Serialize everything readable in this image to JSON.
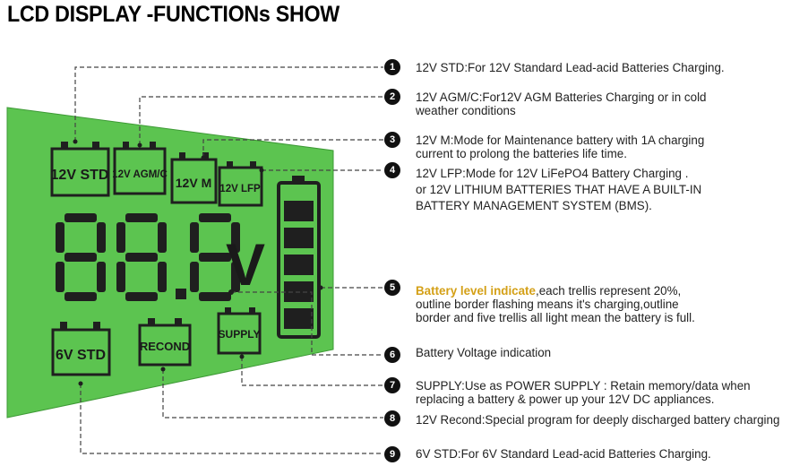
{
  "title": "LCD DISPLAY -FUNCTIONs SHOW",
  "lcd": {
    "labels": {
      "std12": "12V STD",
      "agm": "12V AGM/C",
      "m12": "12V M",
      "lfp": "12V LFP",
      "std6": "6V STD",
      "recond": "RECOND",
      "supply": "SUPPLY"
    },
    "digits": "88.8",
    "unit": "V",
    "battery_bars": 5,
    "colors": {
      "screen": "#5cc450",
      "segment": "#1f1f1f",
      "leader": "#444444"
    }
  },
  "callouts": [
    {
      "num": "1",
      "lines": [
        "12V STD:For 12V Standard Lead-acid Batteries Charging."
      ]
    },
    {
      "num": "2",
      "lines": [
        "12V AGM/C:For12V AGM Batteries Charging or  in cold",
        "weather conditions"
      ]
    },
    {
      "num": "3",
      "lines": [
        "12V M:Mode for Maintenance battery with 1A charging",
        "current  to prolong the batteries life time."
      ]
    },
    {
      "num": "4",
      "lines": [
        "12V LFP:Mode for  12V LiFePO4  Battery Charging .",
        "or 12V LITHIUM BATTERIES THAT HAVE A BUILT-IN",
        "BATTERY MANAGEMENT SYSTEM (BMS)."
      ]
    },
    {
      "num": "5",
      "highlight": "Battery level indicate",
      "lines": [
        ",each trellis represent 20%,",
        "outline border flashing means it's charging,outline",
        "border and five trellis all light mean the battery is full."
      ]
    },
    {
      "num": "6",
      "lines": [
        "Battery Voltage indication"
      ]
    },
    {
      "num": "7",
      "lines": [
        "SUPPLY:Use as POWER SUPPLY : Retain memory/data when",
        "replacing a battery & power up your 12V DC appliances."
      ]
    },
    {
      "num": "8",
      "lines": [
        "12V Recond:Special program for deeply discharged battery charging"
      ]
    },
    {
      "num": "9",
      "lines": [
        "6V  STD:For 6V Standard Lead-acid Batteries Charging."
      ]
    }
  ]
}
